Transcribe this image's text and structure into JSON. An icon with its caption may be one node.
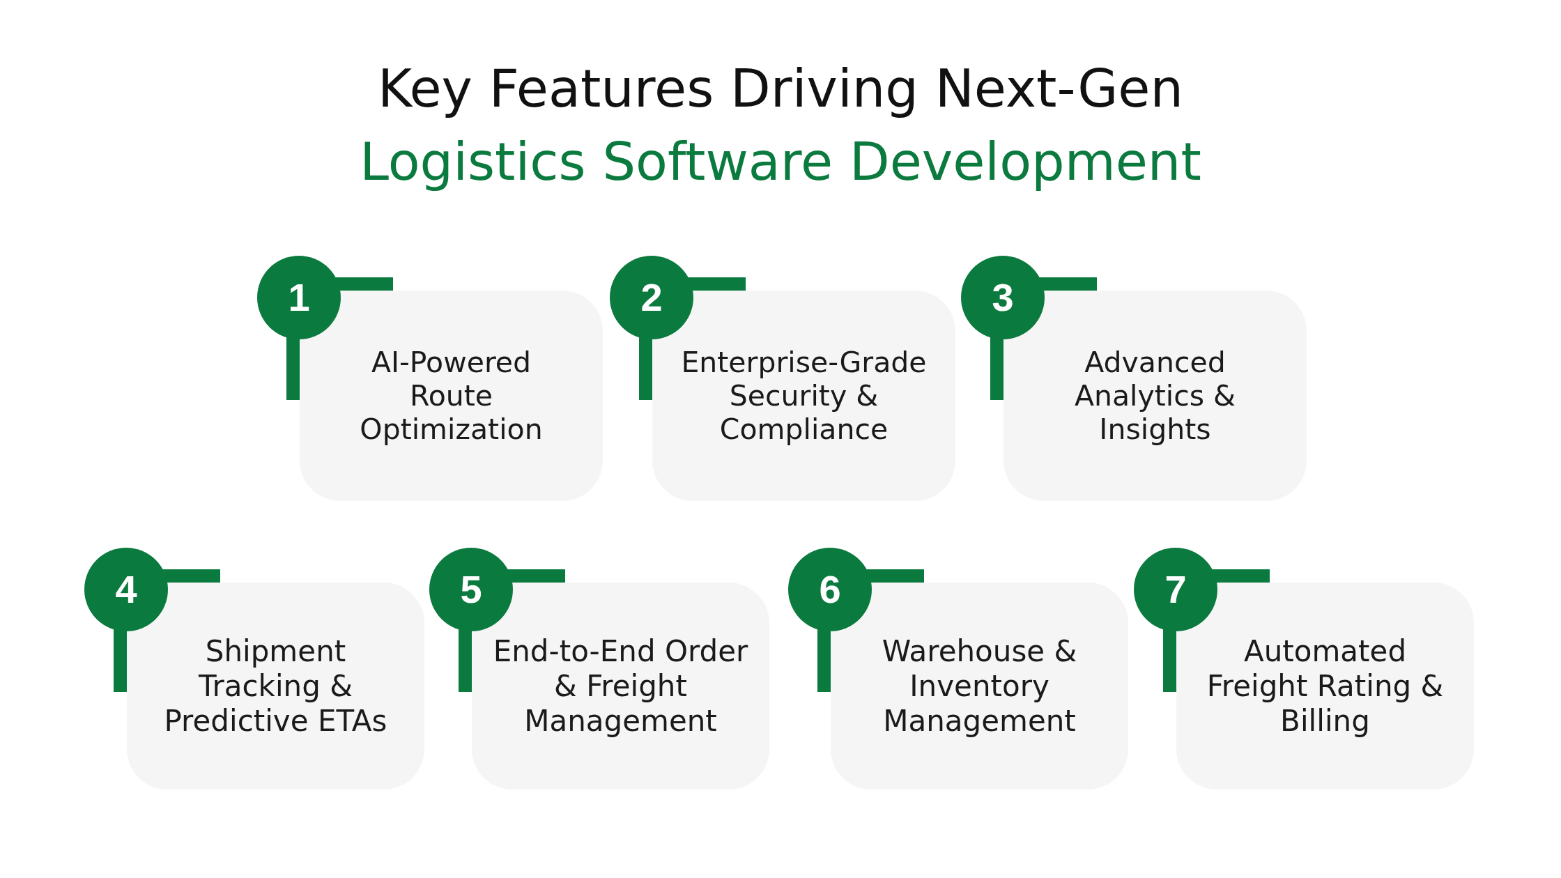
{
  "diagram": {
    "title": "Key Features Driving Next-Gen Logistics Software Development",
    "nodes": [
      {
        "text": [
          "1"
        ]
      },
      {
        "text": [
          "AI-Powered Route Optimization"
        ]
      },
      {
        "text": [
          "2"
        ]
      },
      {
        "text": [
          "Enterprise-Grade Security & Compliance"
        ]
      },
      {
        "text": [
          "3"
        ]
      },
      {
        "text": [
          "Advanced Analytics & Insights"
        ]
      },
      {
        "text": [
          "4"
        ]
      },
      {
        "text": [
          "Shipment Tracking & Predictive ETAs"
        ]
      },
      {
        "text": [
          "5"
        ]
      },
      {
        "text": [
          "End-to-End Order & Freight Management"
        ]
      },
      {
        "text": [
          "6"
        ]
      },
      {
        "text": [
          "Warehouse & Inventory Management"
        ]
      },
      {
        "text": [
          "7"
        ]
      },
      {
        "text": [
          "Automated Freight Rating & Billing"
        ]
      }
    ]
  }
}
